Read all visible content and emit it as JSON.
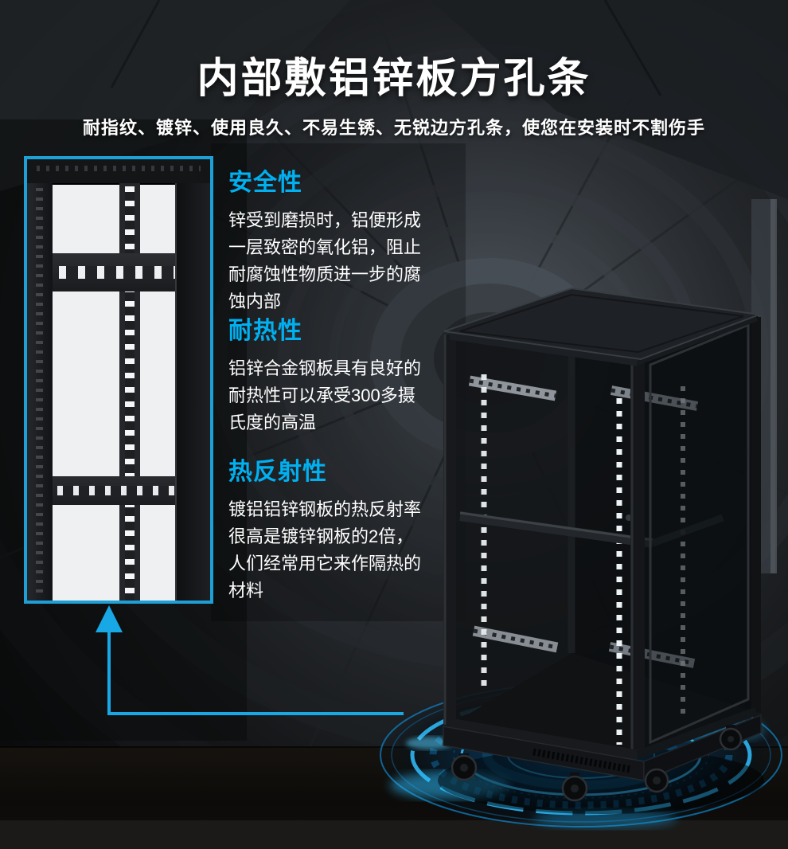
{
  "header": {
    "title": "内部敷铝锌板方孔条",
    "subtitle": "耐指纹、镀锌、使用良久、不易生锈、无锐边方孔条，使您在安装时不割伤手"
  },
  "features": [
    {
      "heading": "安全性",
      "body": "锌受到磨损时，铝便形成一层致密的氧化铝，阻止耐腐蚀性物质进一步的腐蚀内部"
    },
    {
      "heading": "耐热性",
      "body": "铝锌合金钢板具有良好的耐热性可以承受300多摄氏度的高温"
    },
    {
      "heading": "热反射性",
      "body": "镀铝铝锌钢板的热反射率很高是镀锌钢板的2倍，人们经常用它来作隔热的材料"
    }
  ],
  "icons": {
    "callout_arrow": "arrow-up"
  },
  "colors": {
    "accent": "#00b0f0",
    "inset_border": "#1e9fd6",
    "callout": "#18a8e6",
    "glow": "#2fc0ff",
    "background": "#0a0b0c",
    "title_text": "#ffffff"
  }
}
